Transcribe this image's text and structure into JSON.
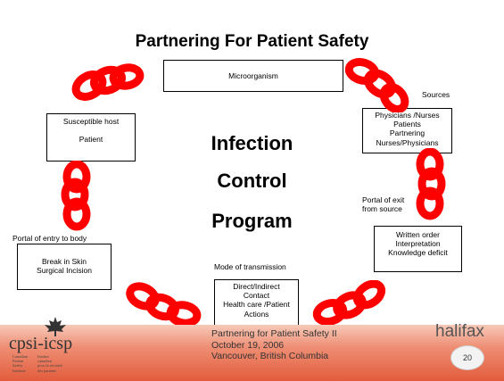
{
  "title": "Partnering For Patient Safety",
  "center": [
    "Infection",
    "Control",
    "Program"
  ],
  "boxes": {
    "microorganism": "Microorganism",
    "sources": [
      "Physicians /Nurses",
      "Patients",
      "Partnering",
      "Nurses/Physicians"
    ],
    "susceptible_host": [
      "Susceptible host",
      "Patient"
    ],
    "written_order": [
      "Written order",
      "Interpretation",
      "Knowledge deficit"
    ],
    "portal_entry": [
      "Break in Skin",
      "Surgical Incision"
    ],
    "transmission": [
      "Direct/Indirect",
      "Contact",
      "Health care /Patient",
      "Actions"
    ]
  },
  "labels": {
    "sources": "Sources",
    "portal_exit": [
      "Portal of exit",
      "from source"
    ],
    "portal_entry": "Portal of entry to body",
    "transmission": "Mode of transmission"
  },
  "footer": {
    "lines": [
      "Partnering for Patient Safety II",
      "October 19, 2006",
      "Vancouver, British Columbia"
    ],
    "brand": "halifax",
    "page": "20",
    "logo": "cpsi-icsp",
    "logo_small_en": [
      "Canadian",
      "Patient",
      "Safety",
      "Institute"
    ],
    "logo_small_fr": [
      "Institut",
      "canadien",
      "pour la sécurité",
      "des patients"
    ]
  },
  "colors": {
    "chain": "#ff0000",
    "footer": "#e25c3c"
  },
  "icons": [
    "chain-link-icon",
    "maple-leaf-icon"
  ]
}
